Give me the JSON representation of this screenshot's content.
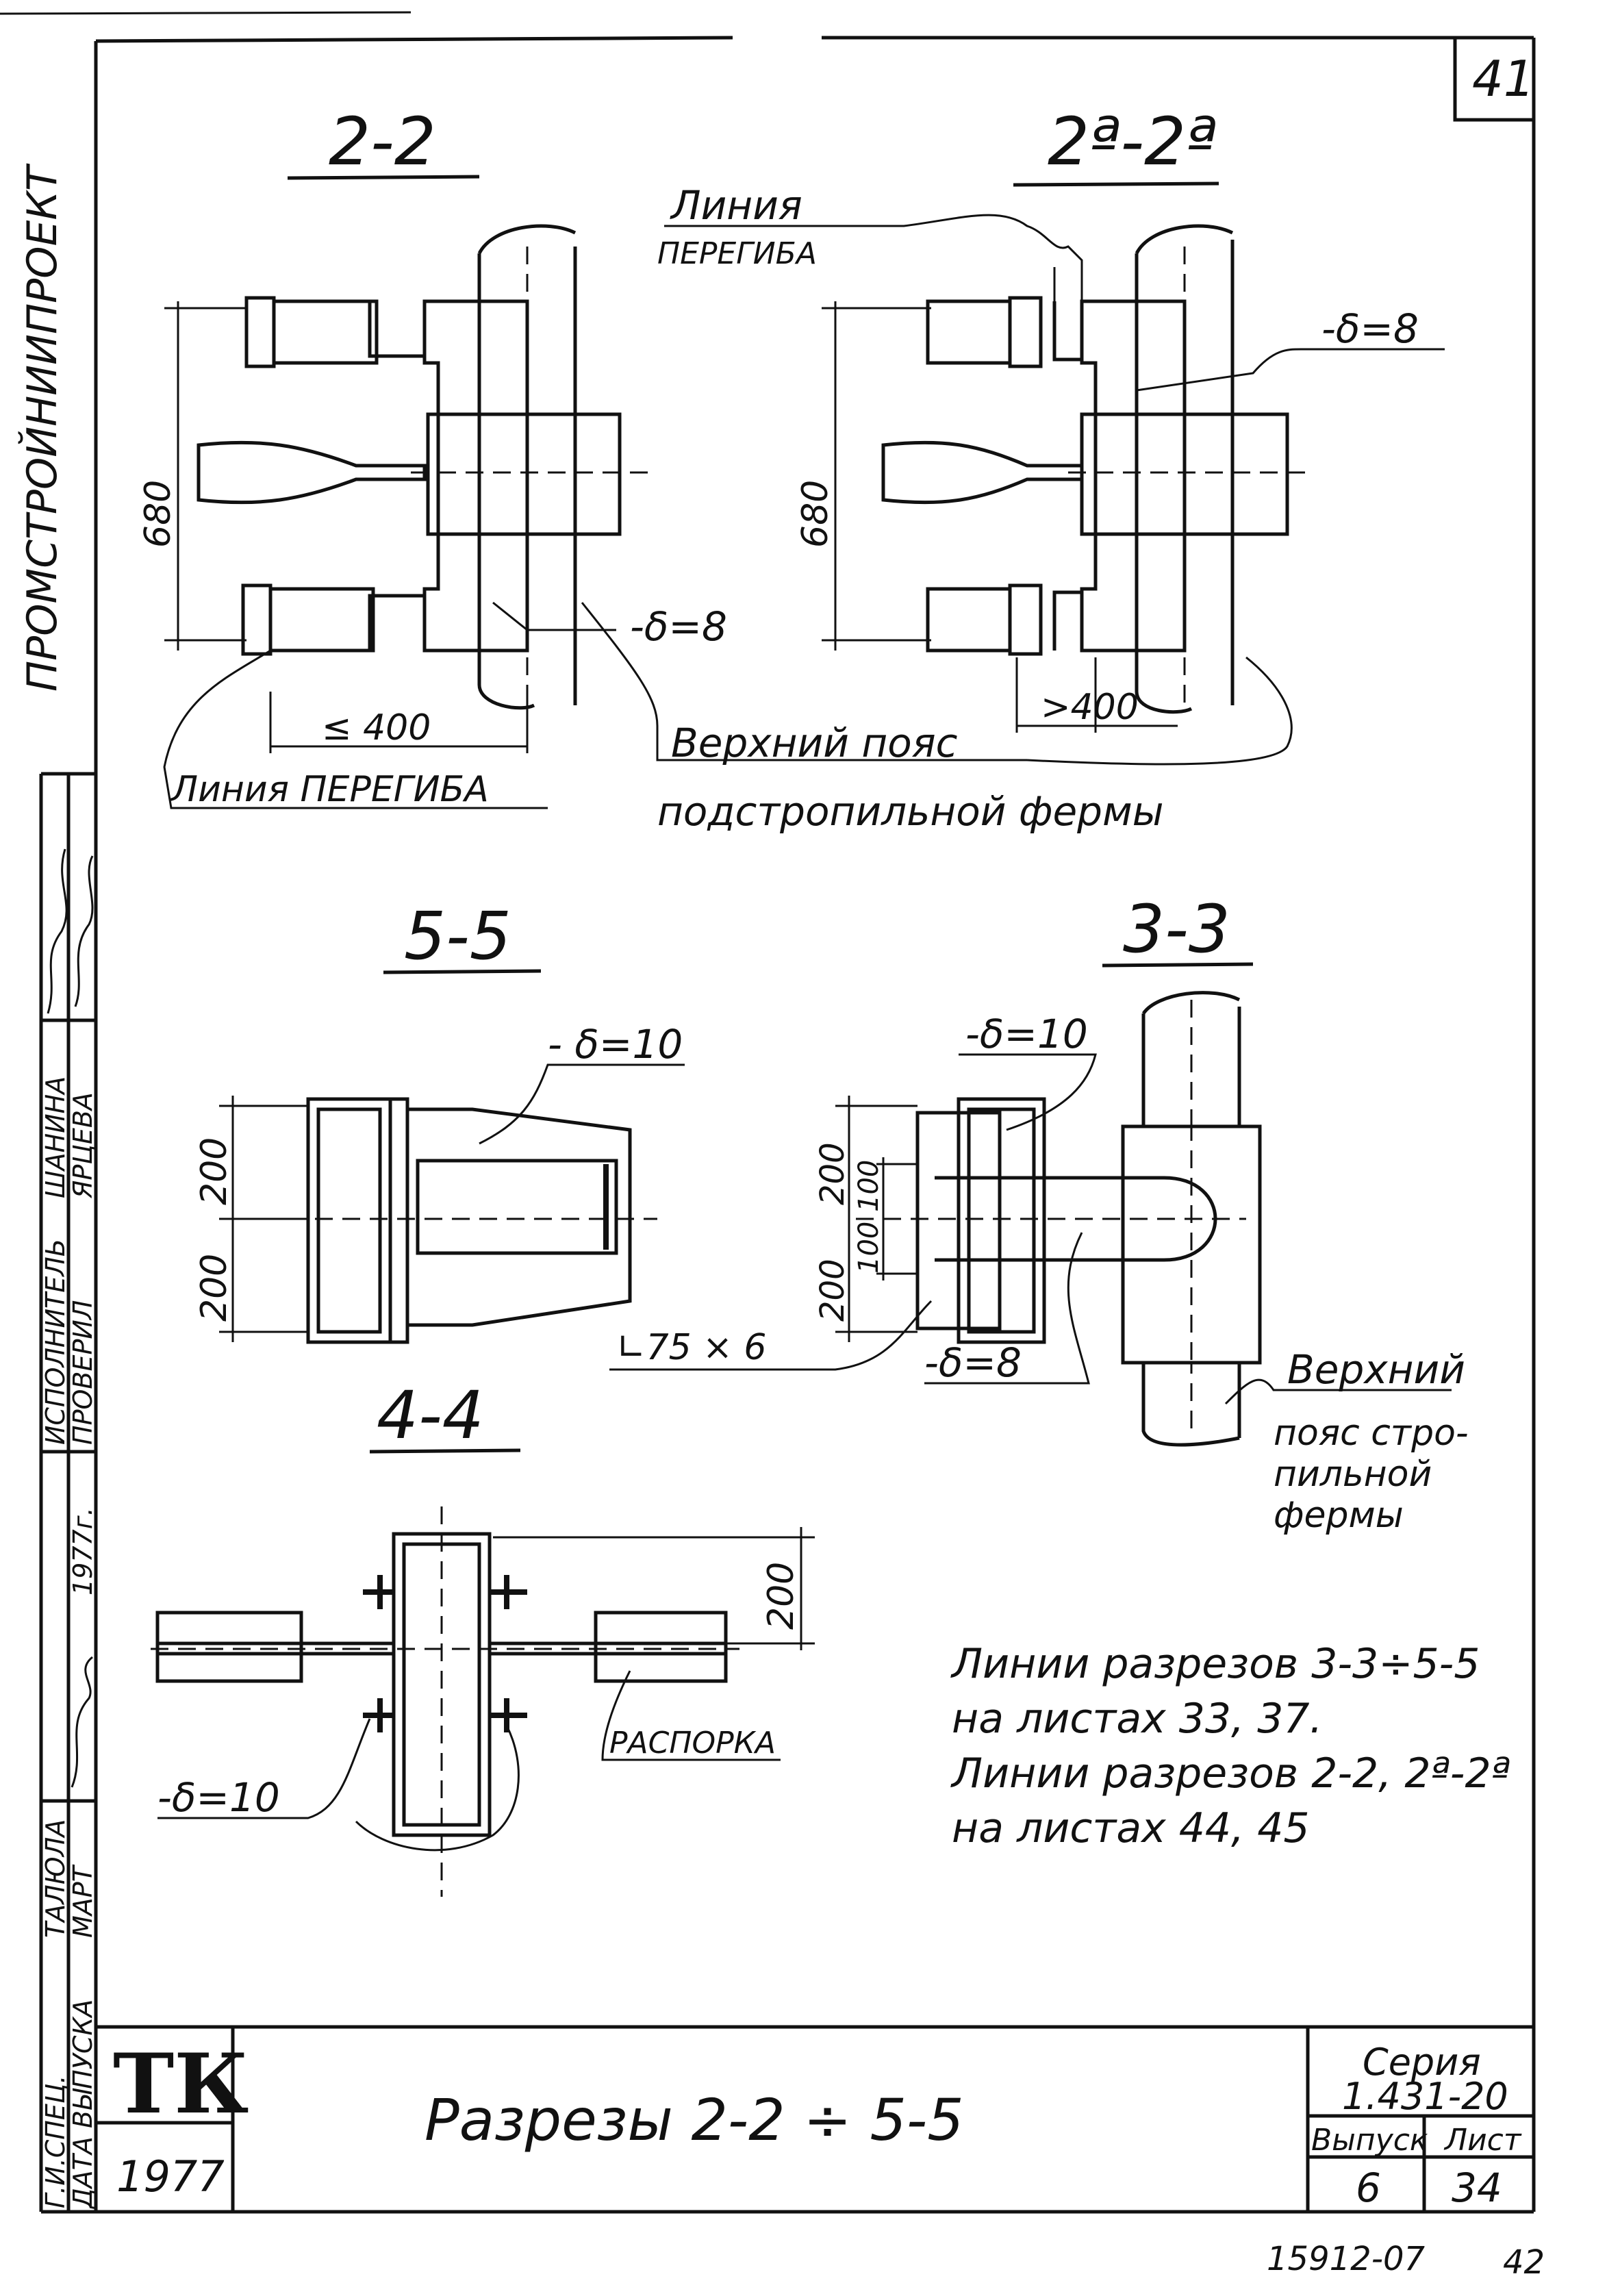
{
  "sheet_number": "41",
  "side_org": "ПРОМСТРОЙНИИПРОЕКТ",
  "sections": {
    "s22": {
      "title": "2-2",
      "dim_height": "680",
      "dim_width": "≤ 400",
      "plate": "-δ=8"
    },
    "s2a2a": {
      "title": "2ª-2ª",
      "dim_height": "680",
      "dim_width": ">400",
      "plate": "-δ=8"
    },
    "s55": {
      "title": "5-5",
      "dim_top": "200",
      "dim_bottom": "200",
      "plate": "- δ=10"
    },
    "s33": {
      "title": "3-3",
      "dim_top": "200",
      "dim_bottom": "200",
      "dim_inner_top": "100",
      "dim_inner_bottom": "100",
      "plate_top": "-δ=10",
      "plate_bottom": "-δ=8",
      "angle": "∟75 × 6"
    },
    "s44": {
      "title": "4-4",
      "dim_height": "200",
      "plate": "-δ=10",
      "strut": "РАСПОРКА"
    }
  },
  "labels": {
    "bend_line_top": "Линия",
    "bend_line_top2": "ПЕРЕГИБА",
    "bend_line_bottom": "Линия  ПЕРЕГИБА",
    "upper_chord_1": "Верхний  пояс",
    "upper_chord_2": "подстропильной  фермы",
    "rafter_chord_1": "Верхний",
    "rafter_chord_2": "пояс стро-",
    "rafter_chord_3": "пильной",
    "rafter_chord_4": "фермы"
  },
  "notes": [
    "Линии разрезов 3-3÷5-5",
    "на листах 33, 37.",
    "Линии разрезов 2-2, 2ª-2ª",
    "на листах 44, 45"
  ],
  "stamp": {
    "col1": [
      "Г.И.СПЕЦ.",
      "ДАТА ВЫПУСКА"
    ],
    "col2": [
      "ТАЛЮЛА",
      "МАРТ",
      "1977г."
    ],
    "col3": [
      "ИСПОЛНИТЕЛЬ",
      "ПРОВЕРИЛ"
    ],
    "col4": [
      "ШАНИНА",
      "ЯРЦЕВА"
    ],
    "logo": "ТК",
    "year": "1977",
    "title": "Разрезы  2-2 ÷ 5-5",
    "series_label": "Серия",
    "series_value": "1.431-20",
    "issue_label": "Выпуск",
    "sheet_label": "Лист",
    "issue_value": "6",
    "sheet_value": "34"
  },
  "footer_code": "15912-07",
  "footer_num": "42"
}
